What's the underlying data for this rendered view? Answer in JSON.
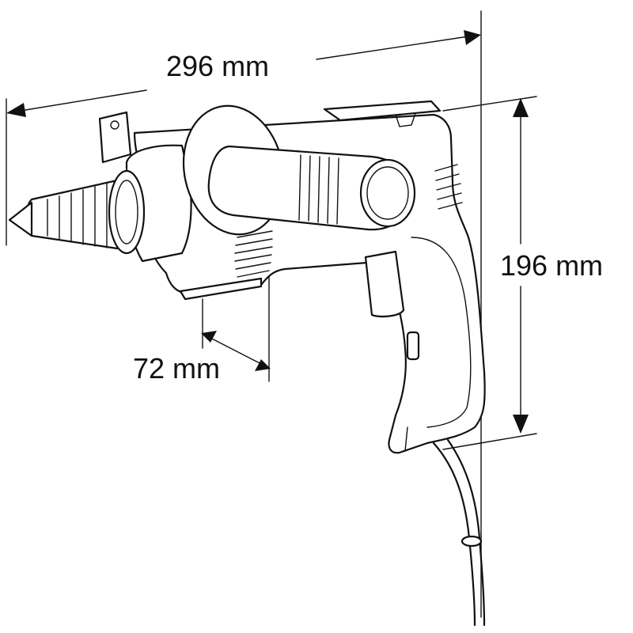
{
  "diagram": {
    "dimensions": {
      "width": {
        "label": "296 mm"
      },
      "height": {
        "label": "196 mm"
      },
      "depth": {
        "label": "72 mm"
      }
    },
    "colors": {
      "line": "#111111",
      "background": "#ffffff"
    }
  }
}
